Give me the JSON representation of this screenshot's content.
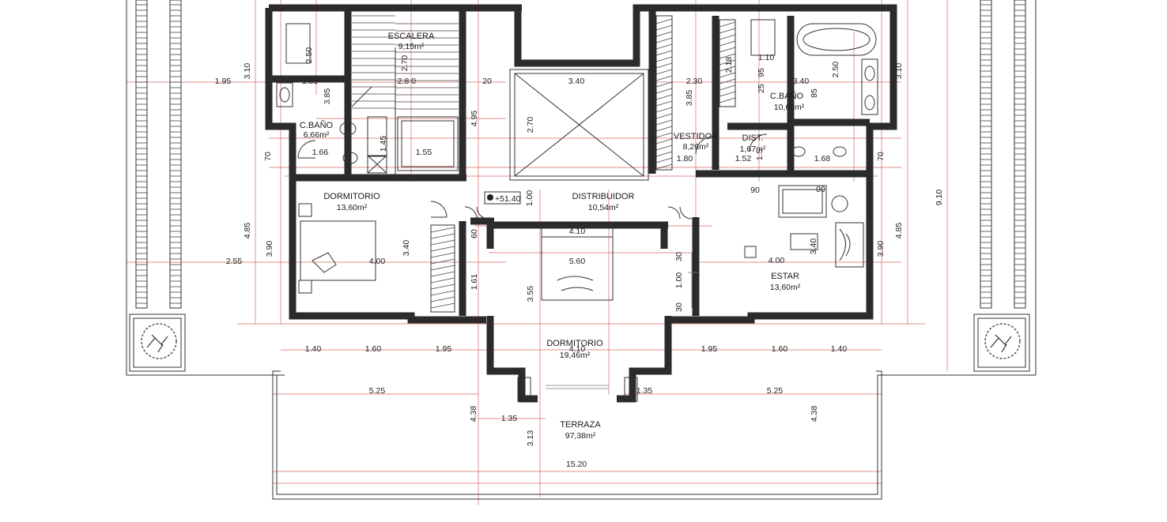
{
  "rooms": {
    "escalera": {
      "name": "ESCALERA",
      "area": "9,15m²"
    },
    "cbano_left": {
      "name": "C.BAÑO",
      "area": "6,66m²"
    },
    "dormitorio_left": {
      "name": "DORMITORIO",
      "area": "13,60m²"
    },
    "distribuidor": {
      "name": "DISTRIBUIDOR",
      "area": "10,54m²"
    },
    "vestidor": {
      "name": "VESTIDOR",
      "area": "8,26m²"
    },
    "dist": {
      "name": "DIST.",
      "area": "1,67m²"
    },
    "cbano_right": {
      "name": "C.BAÑO",
      "area": "10,66m²"
    },
    "estar": {
      "name": "ESTAR",
      "area": "13,60m²"
    },
    "dormitorio_main": {
      "name": "DORMITORIO",
      "area": "19,46m²"
    },
    "terraza": {
      "name": "TERRAZA",
      "area": "97,38m²"
    }
  },
  "level_marker": "+51.40",
  "dimensions": {
    "left_1_95": "1.95",
    "left_3_10": "3.10",
    "left_2_50": "2.50",
    "left_1_81": "1.81",
    "left_3_85": "3.85",
    "stair_2_8": "2.8",
    "stair_2_70": "2.70",
    "stair_0": "0",
    "d_20": "20",
    "d_3_40_top": "3.40",
    "d_4_95": "4.95",
    "d_2_70_void": "2.70",
    "d_1_45": "1.45",
    "d_1_55": "1.55",
    "d_1_66": "1.66",
    "d_70_left": "70",
    "d_4_85_left": "4.85",
    "d_3_90_left": "3.90",
    "d_2_55": "2.55",
    "d_4_00_left": "4.00",
    "d_3_40_left": "3.40",
    "d_1_00_top": "1.00",
    "d_60": "60",
    "d_1_61": "1.61",
    "d_3_55": "3.55",
    "d_4_10_a": "4.10",
    "d_5_60": "5.60",
    "d_30_a": "30",
    "d_1_00_mid": "1.00",
    "d_30_b": "30",
    "d_2_30": "2.30",
    "d_2_18": "2.18",
    "d_3_85_right": "3.85",
    "d_1_10": "1.10",
    "d_95": "95",
    "d_25": "25",
    "d_3_40_right": "3.40",
    "d_85": "85",
    "d_2_50_right": "2.50",
    "d_3_10_right": "3.10",
    "d_1_80": "1.80",
    "d_1_52": "1.52",
    "d_1_5": "1.5",
    "d_1_68": "1.68",
    "d_70_right": "70",
    "d_90": "90",
    "d_09": "09",
    "d_4_00_right": "4.00",
    "d_3_40_est": "3.40",
    "d_3_90_right": "3.90",
    "d_4_85_right": "4.85",
    "d_9_10": "9.10",
    "row_1_40_a": "1.40",
    "row_1_60_a": "1.60",
    "row_1_95_a": "1.95",
    "row_1_95_b": "1.95",
    "row_1_60_b": "1.60",
    "row_1_40_b": "1.40",
    "d_4_10_b": "4.10",
    "t_5_25_a": "5.25",
    "t_1_35_a": "1.35",
    "t_5_25_b": "5.25",
    "t_4_38_a": "4.38",
    "t_1_35_b": "1.35",
    "t_4_38_b": "4.38",
    "t_3_13": "3.13",
    "t_15_20": "15.20"
  },
  "colors": {
    "walls": "#2b2b2b",
    "dimension_lines": "#d44a4a",
    "background": "#ffffff"
  }
}
